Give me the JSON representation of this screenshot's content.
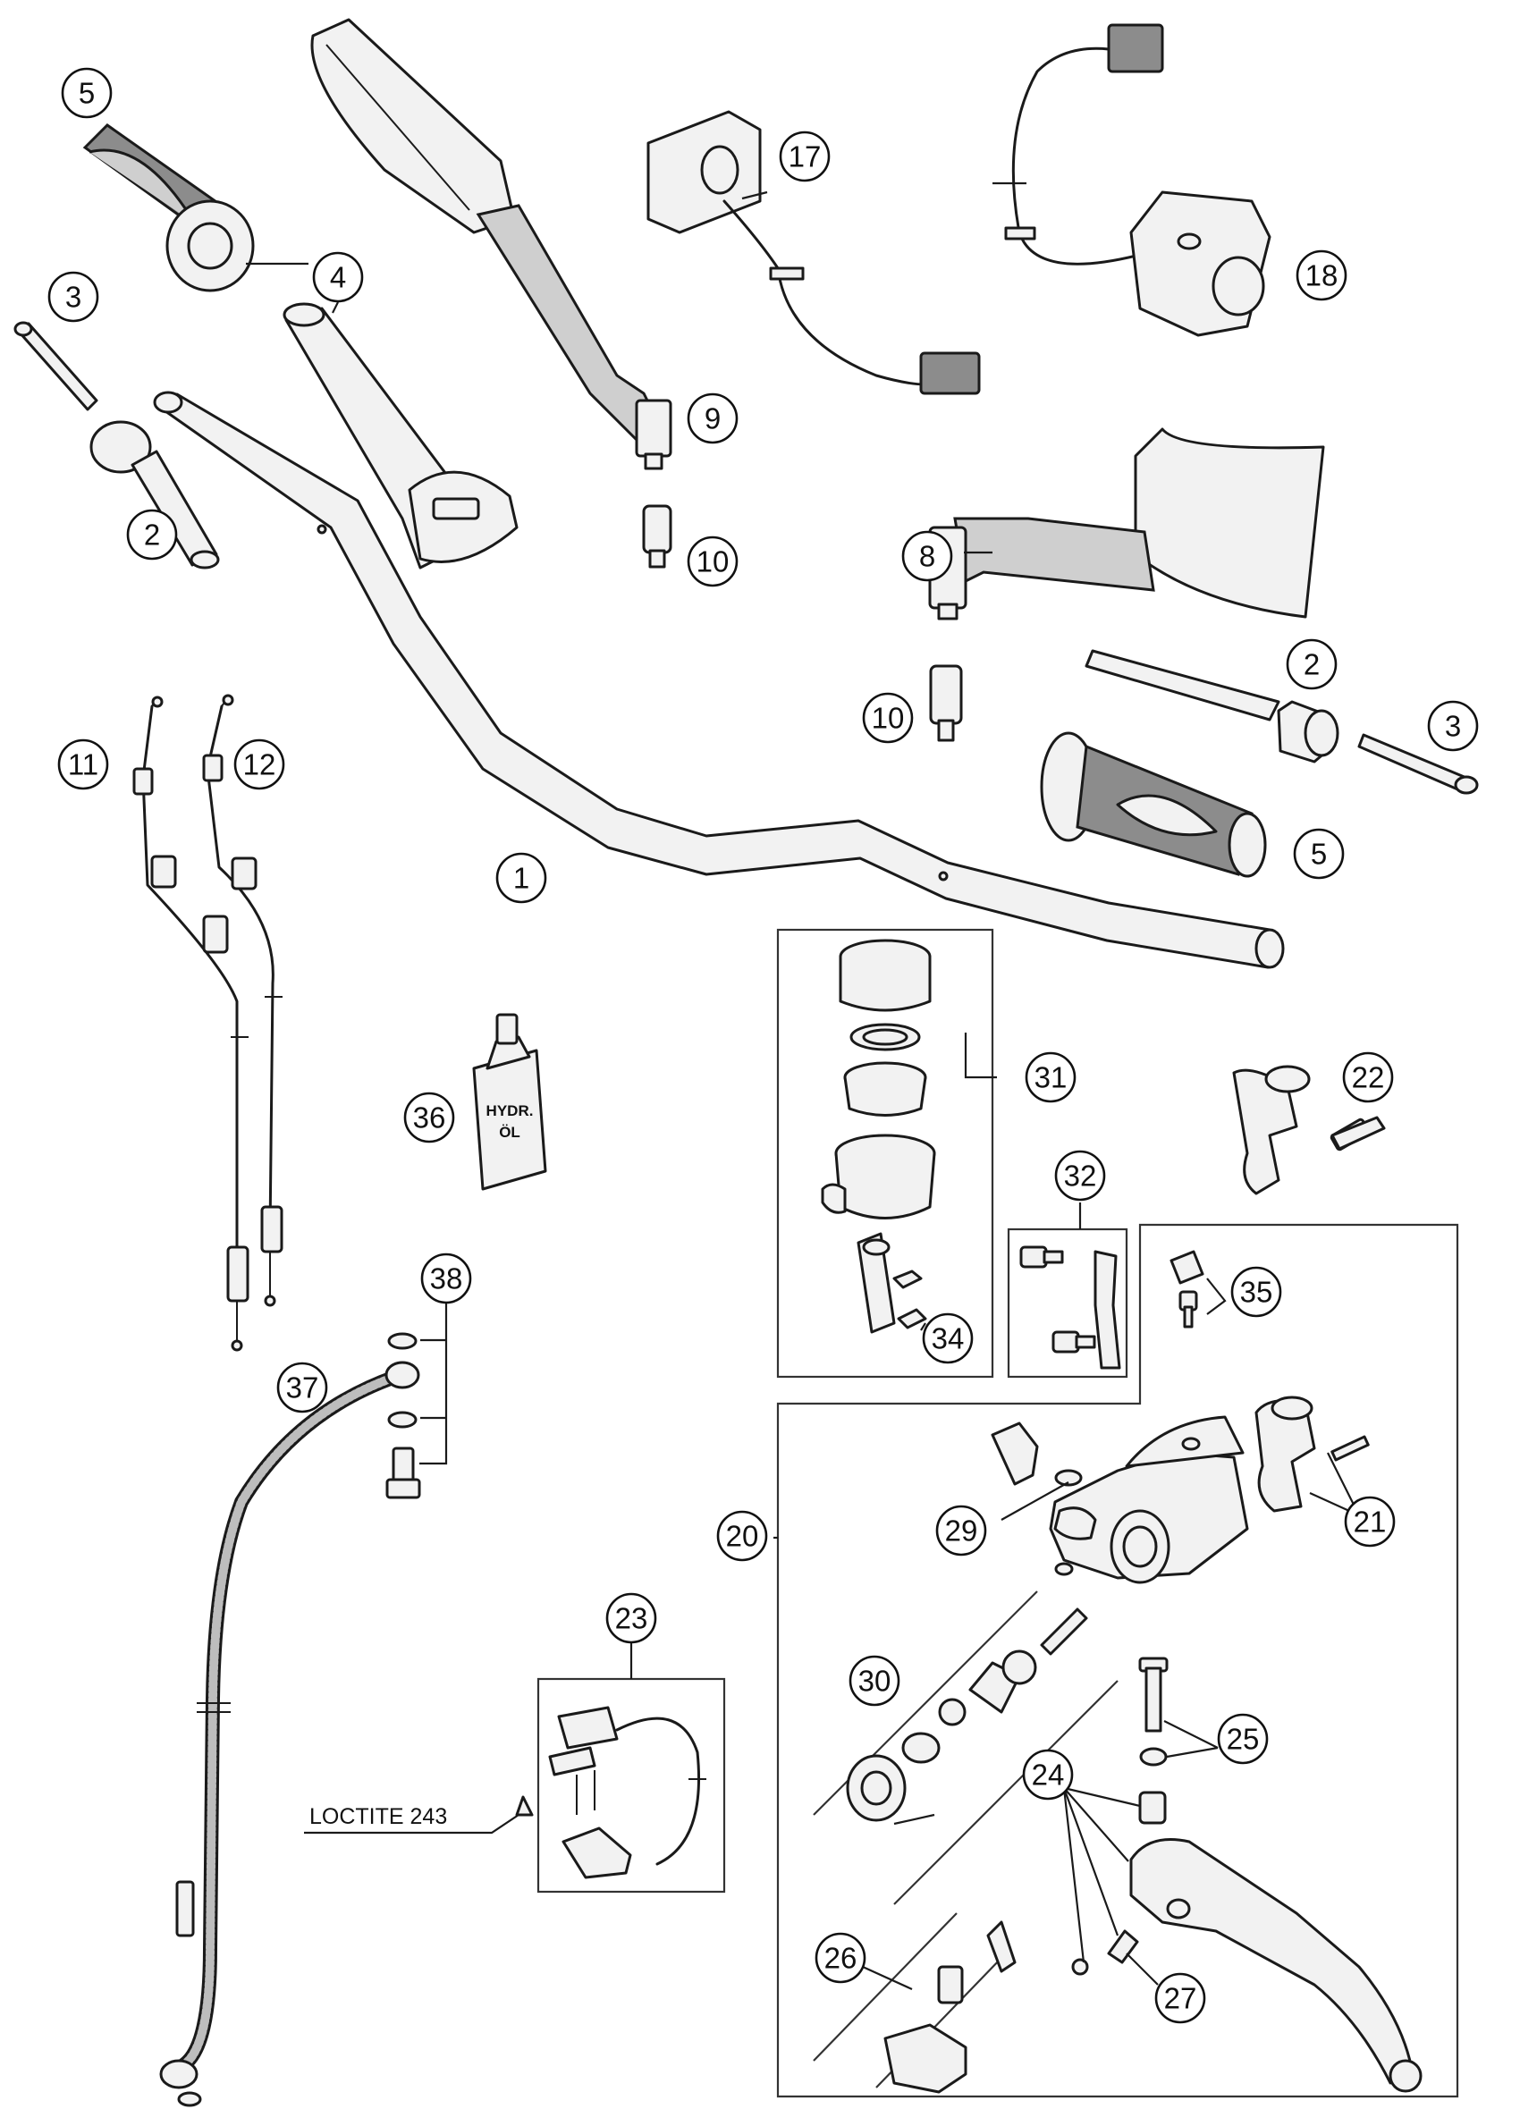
{
  "diagram": {
    "callouts": [
      "5",
      "4",
      "3",
      "2",
      "9",
      "10",
      "17",
      "18",
      "8",
      "10",
      "2",
      "3",
      "5",
      "11",
      "12",
      "1",
      "31",
      "22",
      "36",
      "32",
      "38",
      "35",
      "34",
      "37",
      "20",
      "29",
      "21",
      "23",
      "30",
      "25",
      "24",
      "26",
      "27"
    ],
    "loctite_label": "LOCTITE 243",
    "oil_bottle_text": [
      "HYDR.",
      "ÖL"
    ]
  },
  "colors": {
    "line": "#1a1a1a",
    "fill_light": "#f2f2f2",
    "fill_dark": "#8c8c8c"
  }
}
